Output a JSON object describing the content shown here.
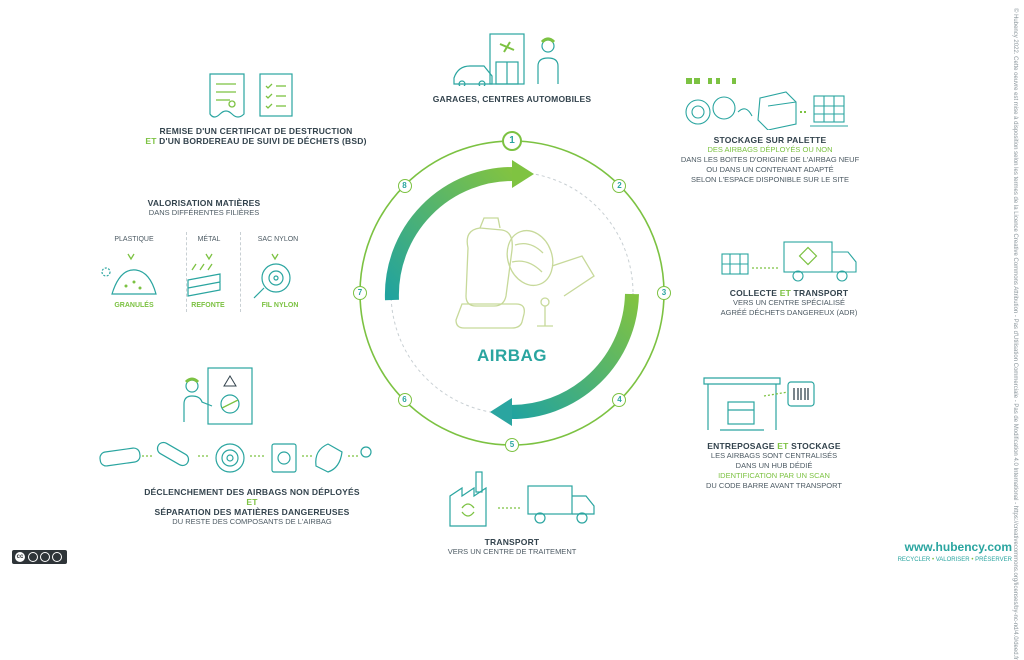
{
  "center_label": "AIRBAG",
  "steps": [
    {
      "num": "1"
    },
    {
      "num": "2"
    },
    {
      "num": "3"
    },
    {
      "num": "4"
    },
    {
      "num": "5"
    },
    {
      "num": "6"
    },
    {
      "num": "7"
    },
    {
      "num": "8"
    }
  ],
  "s1": {
    "title": "GARAGES, CENTRES AUTOMOBILES"
  },
  "s2": {
    "title": "STOCKAGE SUR PALETTE",
    "highlight": "DES AIRBAGS DÉPLOYÉS OU NON",
    "lines": [
      "DANS LES BOITES D'ORIGINE DE L'AIRBAG NEUF",
      "OU DANS UN CONTENANT ADAPTÉ",
      "SELON L'ESPACE DISPONIBLE SUR LE SITE"
    ]
  },
  "s3": {
    "title_a": "COLLECTE ",
    "title_et": "ET",
    "title_b": " TRANSPORT",
    "lines": [
      "VERS UN CENTRE SPÉCIALISÉ",
      "AGRÉÉ DÉCHETS DANGEREUX (ADR)"
    ]
  },
  "s4": {
    "title_a": "ENTREPOSAGE ",
    "title_et": "ET",
    "title_b": " STOCKAGE",
    "lines": [
      "LES AIRBAGS SONT CENTRALISÉS",
      "DANS UN HUB DÉDIÉ"
    ],
    "highlight": "IDENTIFICATION PAR UN SCAN",
    "line_last": "DU CODE BARRE AVANT TRANSPORT"
  },
  "s5": {
    "title": "TRANSPORT",
    "line": "VERS UN CENTRE DE TRAITEMENT"
  },
  "s6": {
    "title1": "DÉCLENCHEMENT DES AIRBAGS NON DÉPLOYÉS",
    "et": "ET",
    "title2": "SÉPARATION DES MATIÈRES DANGEREUSES",
    "line": "DU RESTE DES COMPOSANTS DE L'AIRBAG"
  },
  "s7": {
    "title": "VALORISATION MATIÈRES",
    "line": "DANS DIFFÉRENTES FILIÈRES",
    "cols": [
      {
        "label": "PLASTIQUE",
        "result": "GRANULÉS"
      },
      {
        "label": "MÉTAL",
        "result": "REFONTE"
      },
      {
        "label": "SAC NYLON",
        "result": "FIL NYLON"
      }
    ]
  },
  "s8": {
    "line1": "REMISE D'UN CERTIFICAT DE DESTRUCTION",
    "et": "ET",
    "line2": " D'UN BORDEREAU DE SUIVI DE DÉCHETS (BSD)"
  },
  "brand": {
    "url": "www.hubency.com",
    "tag_a": "RECYCLER",
    "tag_b": "VALORISER",
    "tag_c": "PRÉSERVER",
    "sep": "•"
  },
  "license": {
    "badge": "cc",
    "text": "© Hubency 2022. Cette oeuvre est mise à disposition selon les termes de la Licence Creative Commons Attribution - Pas d'Utilisation Commerciale - Pas de Modification 4.0 International - https://creativecommons.org/licenses/by-nc-nd/4.0/deed.fr"
  },
  "colors": {
    "green": "#7cc242",
    "teal": "#2aa5a0",
    "dark": "#33434d"
  }
}
